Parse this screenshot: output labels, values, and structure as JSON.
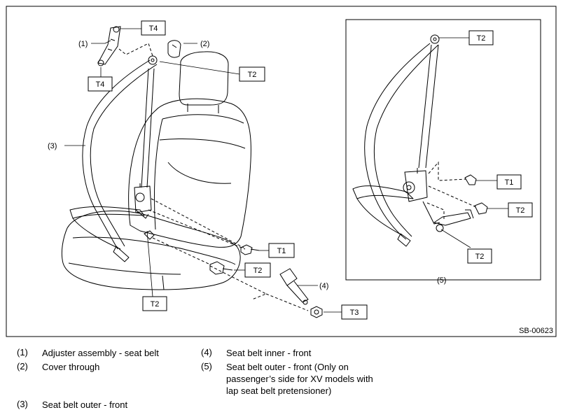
{
  "figure_code": "SB-00623",
  "torque_labels": {
    "t1_a": "T1",
    "t1_b": "T1",
    "t2_a": "T2",
    "t2_b": "T2",
    "t2_c": "T2",
    "t2_d": "T2",
    "t2_e": "T2",
    "t2_f": "T2",
    "t3": "T3",
    "t4_a": "T4",
    "t4_b": "T4"
  },
  "callouts": {
    "c1": "(1)",
    "c2": "(2)",
    "c3": "(3)",
    "c4": "(4)",
    "c5": "(5)"
  },
  "legend": [
    {
      "num": "(1)",
      "text": "Adjuster assembly - seat belt"
    },
    {
      "num": "(2)",
      "text": "Cover through"
    },
    {
      "num": "(3)",
      "text": "Seat belt outer - front"
    },
    {
      "num": "(4)",
      "text": "Seat belt inner - front"
    },
    {
      "num": "(5)",
      "text": "Seat belt outer - front (Only on passenger’s side for XV models with lap seat belt pretensioner)"
    }
  ]
}
